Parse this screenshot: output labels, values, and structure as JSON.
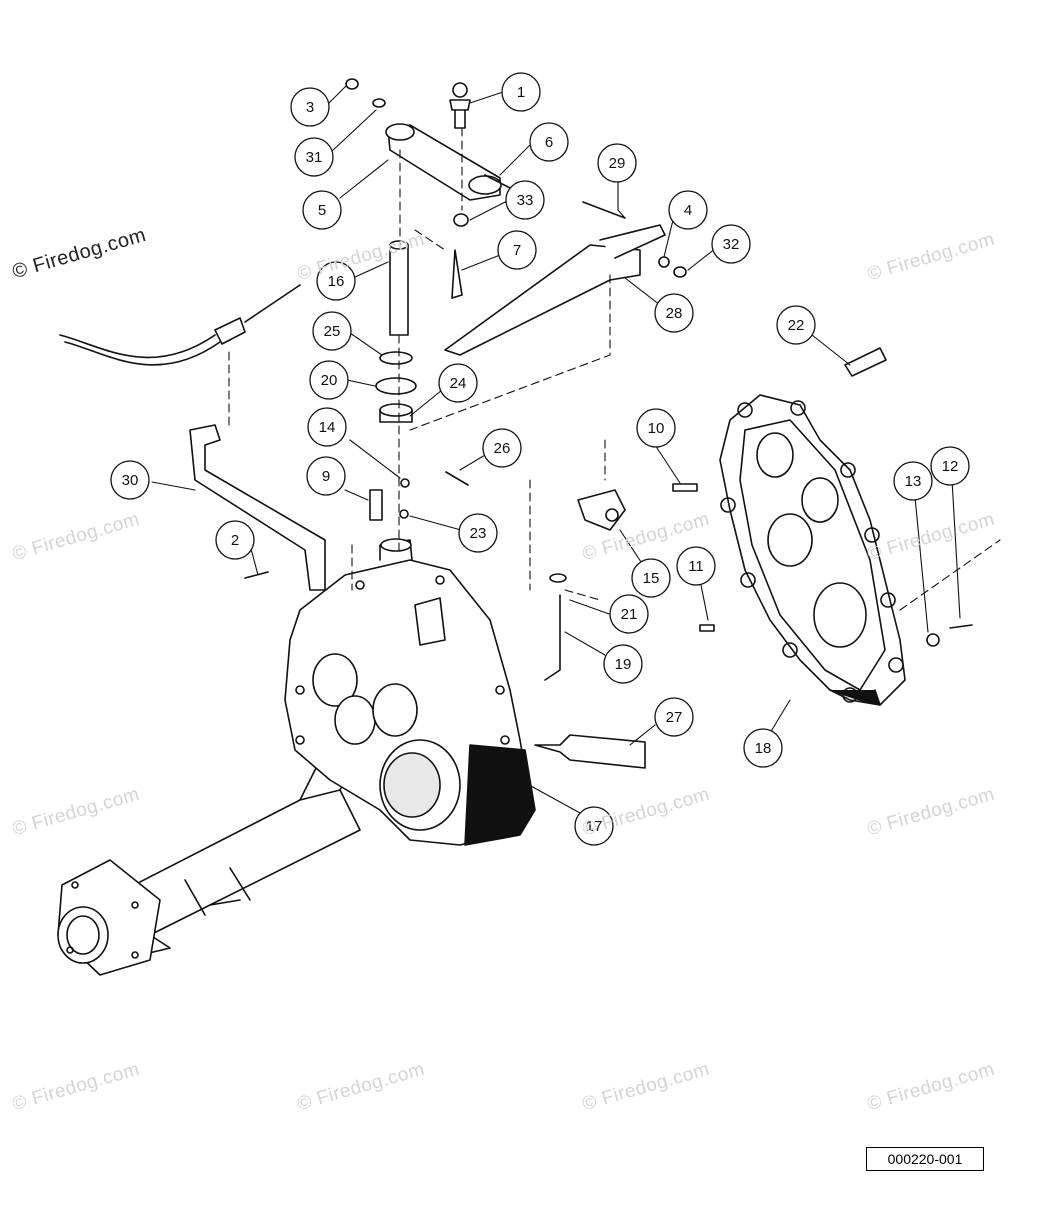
{
  "watermark": {
    "text": "© Firedog.com",
    "primary_text": "© Firedog.com"
  },
  "reference_code": "000220-001",
  "callouts": [
    {
      "id": "c1",
      "label": "1"
    },
    {
      "id": "c2",
      "label": "2"
    },
    {
      "id": "c3",
      "label": "3"
    },
    {
      "id": "c4",
      "label": "4"
    },
    {
      "id": "c5",
      "label": "5"
    },
    {
      "id": "c6",
      "label": "6"
    },
    {
      "id": "c7",
      "label": "7"
    },
    {
      "id": "c9",
      "label": "9"
    },
    {
      "id": "c10",
      "label": "10"
    },
    {
      "id": "c11",
      "label": "11"
    },
    {
      "id": "c12",
      "label": "12"
    },
    {
      "id": "c13",
      "label": "13"
    },
    {
      "id": "c14",
      "label": "14"
    },
    {
      "id": "c15",
      "label": "15"
    },
    {
      "id": "c16",
      "label": "16"
    },
    {
      "id": "c17",
      "label": "17"
    },
    {
      "id": "c18",
      "label": "18"
    },
    {
      "id": "c19",
      "label": "19"
    },
    {
      "id": "c20",
      "label": "20"
    },
    {
      "id": "c21",
      "label": "21"
    },
    {
      "id": "c22",
      "label": "22"
    },
    {
      "id": "c23",
      "label": "23"
    },
    {
      "id": "c24",
      "label": "24"
    },
    {
      "id": "c25",
      "label": "25"
    },
    {
      "id": "c26",
      "label": "26"
    },
    {
      "id": "c27",
      "label": "27"
    },
    {
      "id": "c28",
      "label": "28"
    },
    {
      "id": "c29",
      "label": "29"
    },
    {
      "id": "c30",
      "label": "30"
    },
    {
      "id": "c31",
      "label": "31"
    },
    {
      "id": "c32",
      "label": "32"
    },
    {
      "id": "c33",
      "label": "33"
    }
  ],
  "colors": {
    "line": "#111111",
    "watermark": "#d4d4d4",
    "background": "#ffffff"
  }
}
